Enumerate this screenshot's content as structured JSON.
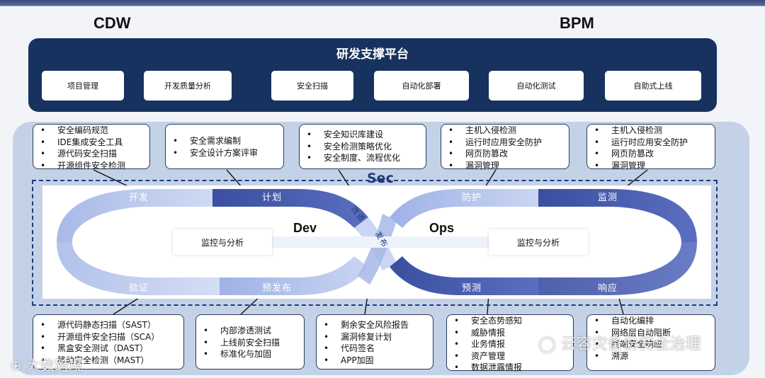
{
  "headers": {
    "left": "CDW",
    "right": "BPM"
  },
  "platform": {
    "title": "研发支撑平台",
    "items": [
      "项目管理",
      "开发质量分析",
      "安全扫描",
      "自动化部署",
      "自动化测试",
      "自助式上线"
    ]
  },
  "sec_label": "Sec",
  "loop": {
    "dev": "Dev",
    "ops": "Ops",
    "left_monitor": "监控与分析",
    "right_monitor": "监控与分析",
    "segments": {
      "develop": "开发",
      "plan": "计划",
      "verify": "验证",
      "prerelease": "预发布",
      "improve": "改进",
      "release": "发布",
      "protect": "防护",
      "monitor": "监测",
      "predict": "预测",
      "respond": "响应"
    }
  },
  "top_notes": [
    [
      "安全编码规范",
      "IDE集成安全工具",
      "源代码安全扫描",
      "开源组件安全检测"
    ],
    [
      "安全需求编制",
      "安全设计方案评审"
    ],
    [
      "安全知识库建设",
      "安全检测策略优化",
      "安全制度、流程优化"
    ],
    [
      "主机入侵检测",
      "运行时应用安全防护",
      "网页防篡改",
      "漏洞管理"
    ],
    [
      "主机入侵检测",
      "运行时应用安全防护",
      "网页防篡改",
      "漏洞管理"
    ]
  ],
  "bottom_notes": [
    [
      "源代码静态扫描（SAST）",
      "开源组件安全扫描（SCA）",
      "黑盒安全测试（DAST）",
      "移动安全检测（MAST）"
    ],
    [
      "内部渗透测试",
      "上线前安全扫描",
      "标准化与加固"
    ],
    [
      "剩余安全风险报告",
      "漏洞修复计划",
      "代码签名",
      "APP加固"
    ],
    [
      "安全态势感知",
      "威胁情报",
      "业务情报",
      "资产管理",
      "数据泄露情报"
    ],
    [
      "自动化编排",
      "网络层自动阻断",
      "终端安全响应",
      "溯源"
    ]
  ],
  "watermark": "云容灾备份安全治理",
  "brand": "大数跨境",
  "colors": {
    "platform": "#17325f",
    "panel": "#c4d2e8",
    "arrow_dark": "#3a4fa0",
    "arrow_light": "#b9c8ec"
  }
}
